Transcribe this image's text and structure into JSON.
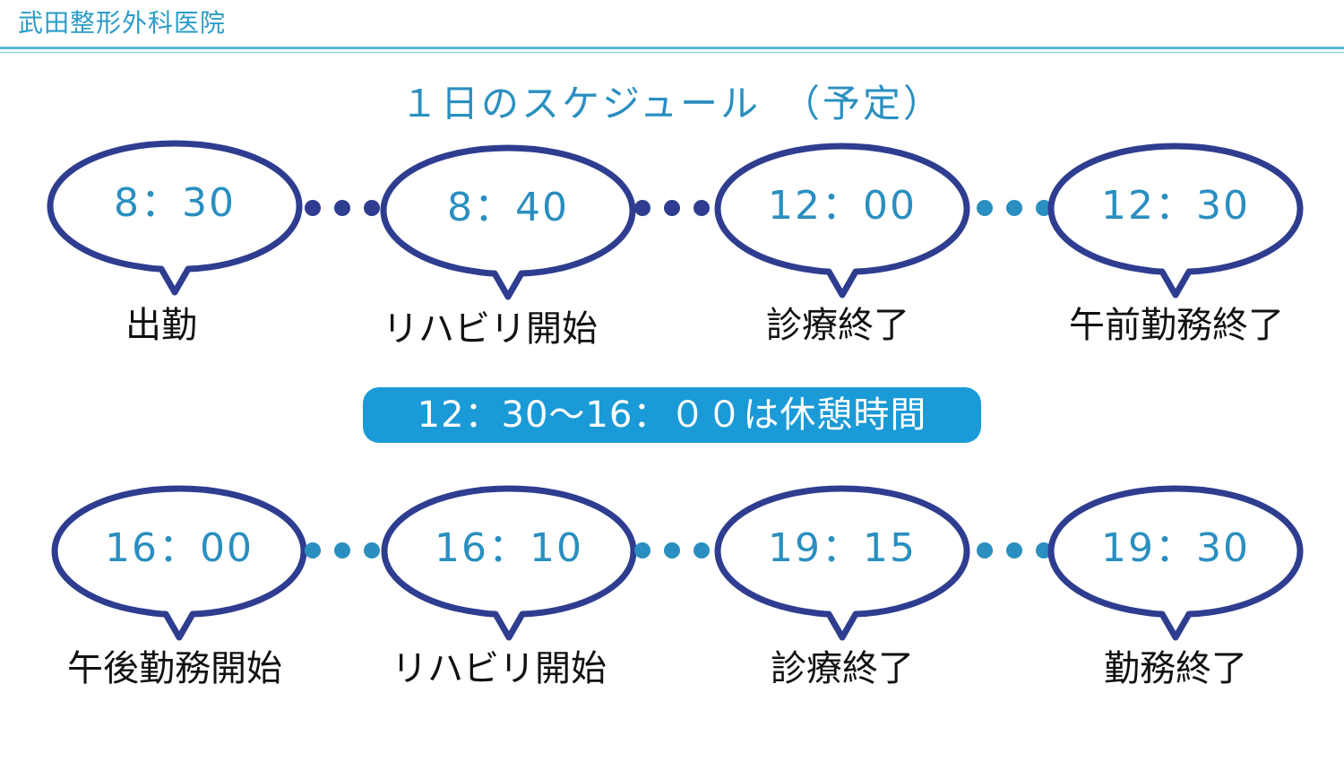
{
  "header": {
    "clinic_name": "武田整形外科医院"
  },
  "title": "１日のスケジュール　（予定）",
  "colors": {
    "accent": "#2a8fc0",
    "bubble_stroke": "#2e3d8f",
    "dots_row1": "#2e3d8f",
    "dots_row2": "#2a8fc0",
    "break_bg": "#1a9ad6"
  },
  "morning": [
    {
      "time": "8：30",
      "label": "出勤"
    },
    {
      "time": "8：40",
      "label": "リハビリ開始"
    },
    {
      "time": "12：00",
      "label": "診療終了"
    },
    {
      "time": "12：30",
      "label": "午前勤務終了"
    }
  ],
  "break_note": "12：30～16：００は休憩時間",
  "afternoon": [
    {
      "time": "16：00",
      "label": "午後勤務開始"
    },
    {
      "time": "16：10",
      "label": "リハビリ開始"
    },
    {
      "time": "19：15",
      "label": "診療終了"
    },
    {
      "time": "19：30",
      "label": "勤務終了"
    }
  ]
}
